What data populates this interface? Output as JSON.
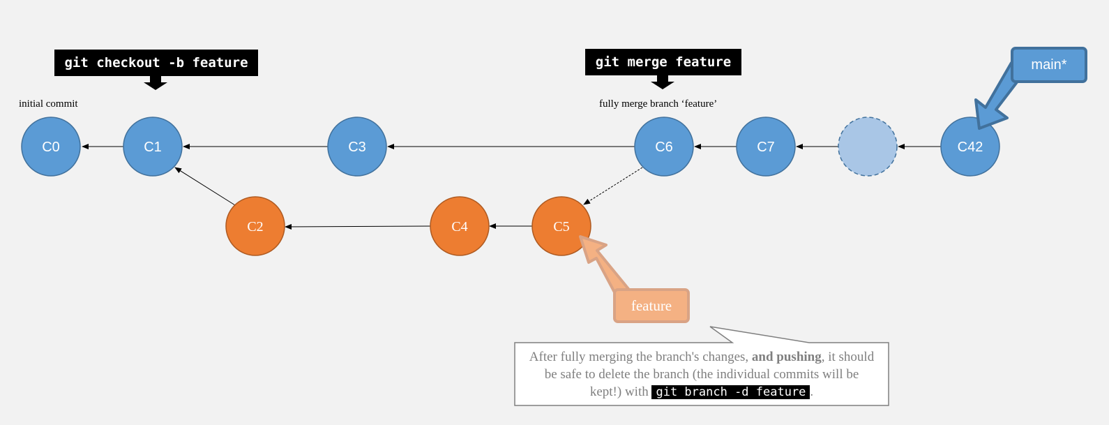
{
  "commands": {
    "checkout": "git checkout -b feature",
    "merge": "git merge feature"
  },
  "captions": {
    "initial": "initial commit",
    "merge": "fully merge branch ‘feature’"
  },
  "commits": {
    "c0": "C0",
    "c1": "C1",
    "c3": "C3",
    "c6": "C6",
    "c7": "C7",
    "c42": "C42",
    "c2": "C2",
    "c4": "C4",
    "c5": "C5"
  },
  "refs": {
    "main": "main*",
    "feature": "feature"
  },
  "note": {
    "part1": "After fully merging the branch's changes, ",
    "bold": "and pushing",
    "part2": ", it should be safe to delete the branch (the individual commits will be kept!) with ",
    "code": "git branch -d feature",
    "part3": "."
  },
  "colors": {
    "main_branch": "#5b9bd5",
    "feature_branch": "#ed7d31",
    "ghost_commit": "#a9c6e6",
    "feature_label": "#f4b183",
    "background": "#f2f2f2"
  }
}
